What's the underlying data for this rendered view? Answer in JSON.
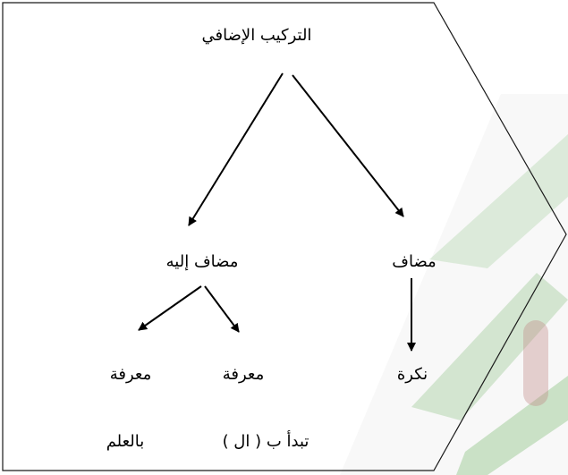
{
  "diagram": {
    "root": "التركيب الإضافي",
    "mudaf": "مضاف",
    "mudaf_ilayh": "مضاف إليه",
    "nakira": "نكرة",
    "marifa_left": "معرفة",
    "marifa_right": "معرفة",
    "note_left": "بالعلم",
    "note_right": "تبدأ ب ( ال )"
  },
  "colors": {
    "outline": "#1a1a1a",
    "arrows": "#000000",
    "text": "#000000",
    "watermark_green": "#7dbb73",
    "watermark_red": "#c18a86",
    "watermark_grey": "#c9c9c9"
  },
  "icons": {
    "background": "watermark-emblem-icon"
  }
}
